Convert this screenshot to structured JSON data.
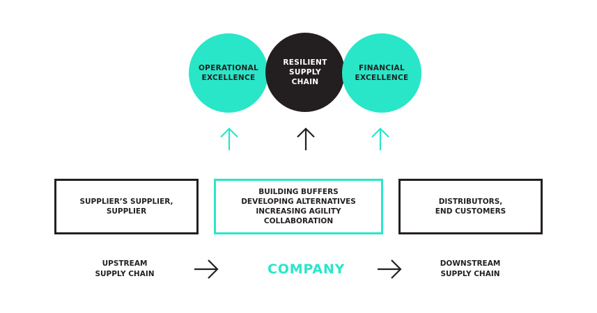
{
  "colors": {
    "accent": "#2ae6c8",
    "dark": "#231f20"
  },
  "outcomes": [
    {
      "label": "OPERATIONAL\nEXCELLENCE",
      "style": "teal"
    },
    {
      "label": "RESILIENT\nSUPPLY\nCHAIN",
      "style": "dark"
    },
    {
      "label": "FINANCIAL\nEXCELLENCE",
      "style": "teal"
    }
  ],
  "arrows_up": [
    {
      "icon": "arrow-up-icon",
      "color": "teal"
    },
    {
      "icon": "arrow-up-icon",
      "color": "dark"
    },
    {
      "icon": "arrow-up-icon",
      "color": "teal"
    }
  ],
  "boxes": {
    "upstream": "SUPPLIER’S SUPPLIER,\nSUPPLIER",
    "company": "BUILDING BUFFERS\nDEVELOPING ALTERNATIVES\nINCREASING AGILITY\nCOLLABORATION",
    "downstream": "DISTRIBUTORS,\nEND CUSTOMERS"
  },
  "flow": {
    "upstream_label": "UPSTREAM\nSUPPLY CHAIN",
    "company_label": "COMPANY",
    "downstream_label": "DOWNSTREAM\nSUPPLY CHAIN",
    "arrow_icon": "arrow-right-icon"
  }
}
